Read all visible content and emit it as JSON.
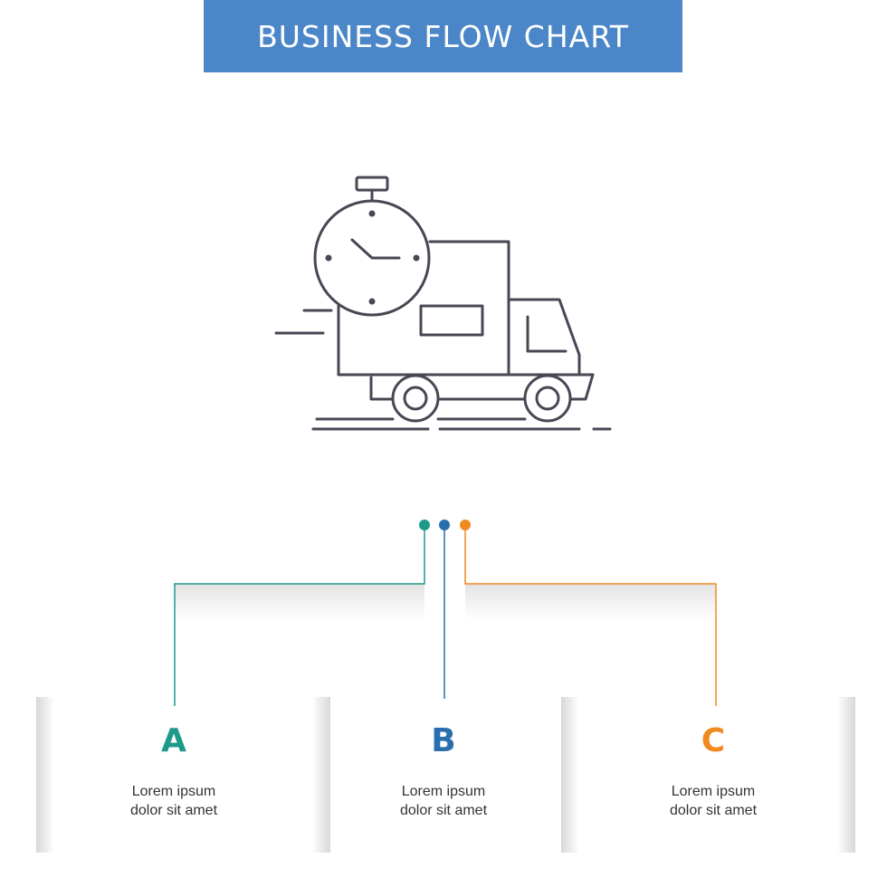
{
  "header": {
    "title": "BUSINESS FLOW CHART",
    "background_color": "#4a86c8"
  },
  "hero": {
    "icon": "delivery-truck-stopwatch-icon",
    "stroke_color": "#4a4654"
  },
  "steps": [
    {
      "letter": "A",
      "line1": "Lorem ipsum",
      "line2": "dolor sit amet",
      "color": "#1e9a8a"
    },
    {
      "letter": "B",
      "line1": "Lorem ipsum",
      "line2": "dolor sit amet",
      "color": "#2a6fad"
    },
    {
      "letter": "C",
      "line1": "Lorem ipsum",
      "line2": "dolor sit amet",
      "color": "#ef8a1f"
    }
  ]
}
